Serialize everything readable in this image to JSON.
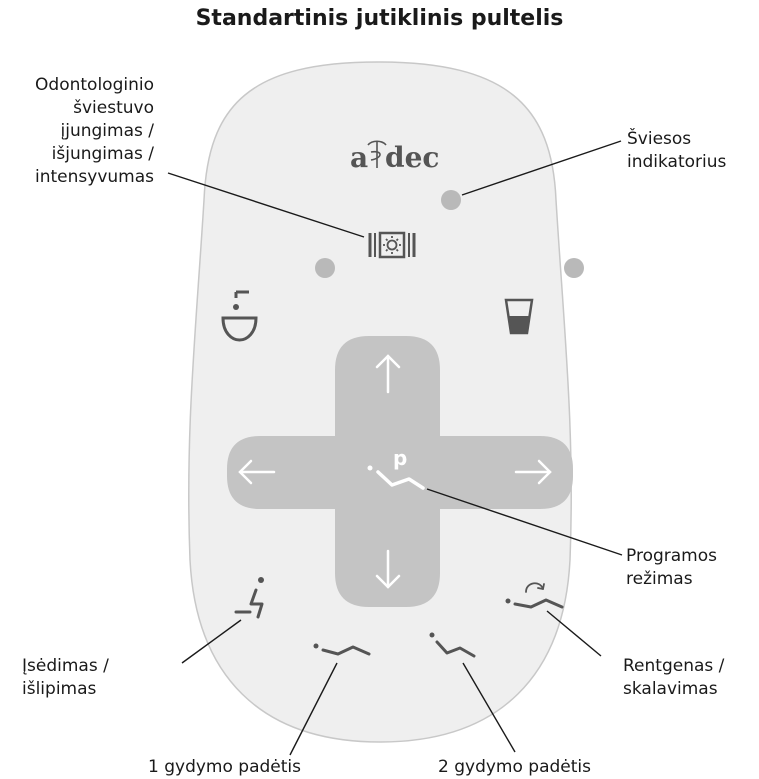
{
  "title": "Standartinis jutiklinis pultelis",
  "brand": "a dec",
  "labels": {
    "lamp_line1": "Odontologinio",
    "lamp_line2": "šviestuvo",
    "lamp_line3": "įjungimas /",
    "lamp_line4": "išjungimas /",
    "lamp_line5": "intensyvumas",
    "indicator_line1": "Šviesos",
    "indicator_line2": "indikatorius",
    "program_line1": "Programos",
    "program_line2": "režimas",
    "entry_line1": "Įsėdimas /",
    "entry_line2": "išlipimas",
    "xray_line1": "Rentgenas /",
    "xray_line2": "skalavimas",
    "treat1": "1 gydymo padėtis",
    "treat2": "2 gydymo padėtis"
  },
  "program_key": "p",
  "colors": {
    "panel_fill": "#efefef",
    "panel_stroke": "#c8c8c8",
    "icon": "#555555",
    "dpad": "#c4c4c4",
    "indicator": "#b9b9b9"
  }
}
